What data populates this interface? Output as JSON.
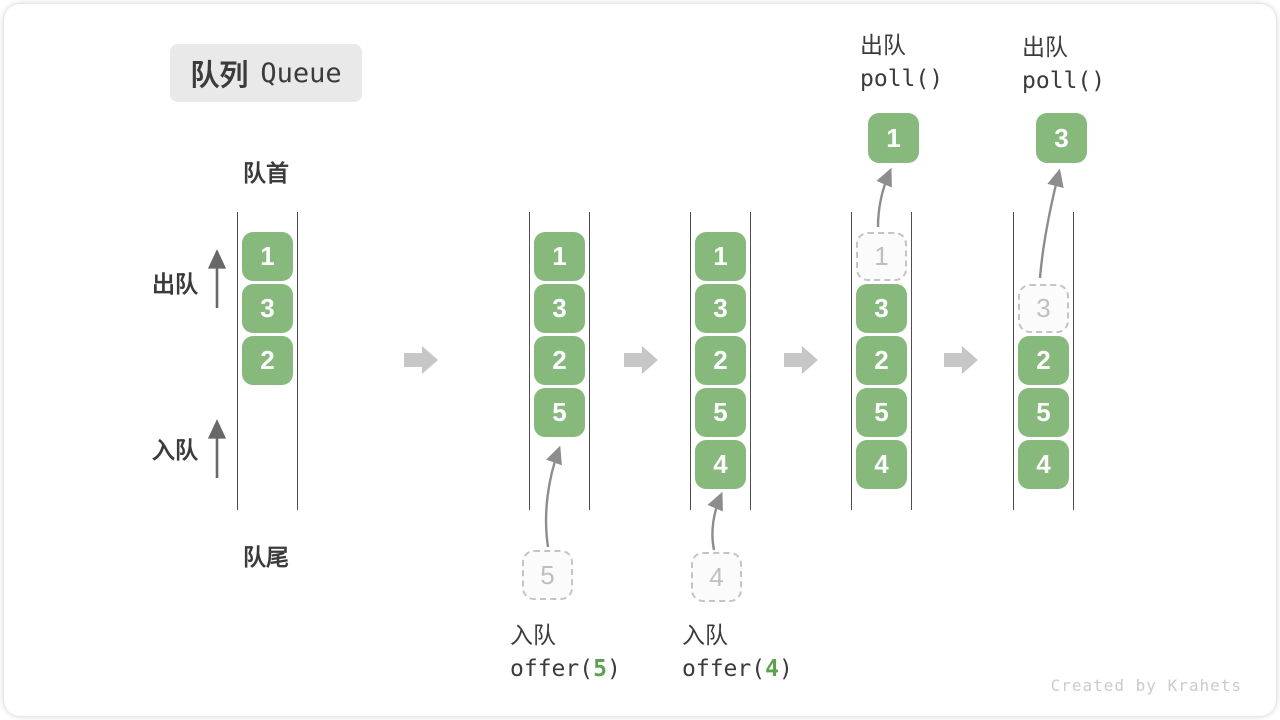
{
  "title": {
    "zh": "队列",
    "en": "Queue"
  },
  "labels": {
    "front": "队首",
    "rear": "队尾",
    "dequeue": "出队",
    "enqueue": "入队"
  },
  "watermark": "Created by Krahets",
  "colors": {
    "green": "#87b97d",
    "code_accent": "#5fa153",
    "text_dark": "#3b3b3b",
    "wall": "#4f4f4f",
    "ghost_border": "#c4c4c4",
    "ghost_text": "#bfbfbf",
    "side_arrow": "#686868",
    "flow_arrow": "#8d8d8d",
    "block_arrow": "#c6c6c6",
    "title_bg": "#e9e9e9",
    "watermark": "#cbcbcb"
  },
  "states": [
    {
      "slots": [
        {
          "v": "1"
        },
        {
          "v": "3"
        },
        {
          "v": "2"
        },
        null,
        null
      ]
    },
    {
      "slots": [
        {
          "v": "1"
        },
        {
          "v": "3"
        },
        {
          "v": "2"
        },
        {
          "v": "5"
        },
        null
      ],
      "incoming": {
        "value": "5",
        "label": "入队",
        "code_pre": "offer(",
        "arg": "5",
        "code_post": ")"
      }
    },
    {
      "slots": [
        {
          "v": "1"
        },
        {
          "v": "3"
        },
        {
          "v": "2"
        },
        {
          "v": "5"
        },
        {
          "v": "4"
        }
      ],
      "incoming": {
        "value": "4",
        "label": "入队",
        "code_pre": "offer(",
        "arg": "4",
        "code_post": ")"
      }
    },
    {
      "slots": [
        {
          "v": "1",
          "ghost": true
        },
        {
          "v": "3"
        },
        {
          "v": "2"
        },
        {
          "v": "5"
        },
        {
          "v": "4"
        }
      ],
      "outgoing": {
        "value": "1",
        "label": "出队",
        "code": "poll()"
      }
    },
    {
      "slots": [
        null,
        {
          "v": "3",
          "ghost": true
        },
        {
          "v": "2"
        },
        {
          "v": "5"
        },
        {
          "v": "4"
        }
      ],
      "outgoing": {
        "value": "3",
        "label": "出队",
        "code": "poll()"
      }
    }
  ]
}
